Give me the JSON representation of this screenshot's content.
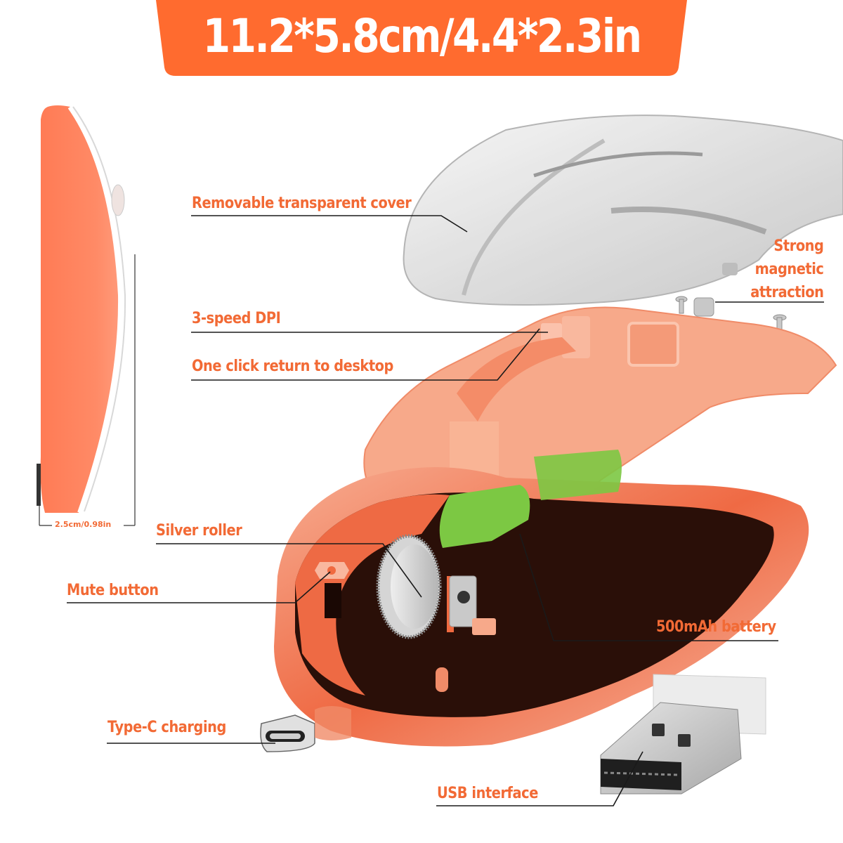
{
  "banner": {
    "title": "11.2*5.8cm/4.4*2.3in",
    "background": "#ff6b2f",
    "text_color": "#ffffff"
  },
  "side_view": {
    "dimension_label": "2.5cm/0.98in"
  },
  "callouts": [
    {
      "id": "cover",
      "label": "Removable transparent cover"
    },
    {
      "id": "magnet",
      "lines": [
        "Strong",
        "magnetic",
        "attraction"
      ]
    },
    {
      "id": "dpi",
      "label": "3-speed DPI"
    },
    {
      "id": "desktop",
      "label": "One click return to desktop"
    },
    {
      "id": "roller",
      "label": "Silver roller"
    },
    {
      "id": "mute",
      "label": "Mute button"
    },
    {
      "id": "battery",
      "label": "500mAh battery"
    },
    {
      "id": "typec",
      "label": "Type-C charging"
    },
    {
      "id": "usb",
      "label": "USB interface"
    }
  ],
  "colors": {
    "accent": "#f26a35",
    "shell": "#f0643f",
    "inner_frame": "#f7a98a",
    "battery": "#7cc843",
    "leader_line": "#1a1a1a"
  }
}
